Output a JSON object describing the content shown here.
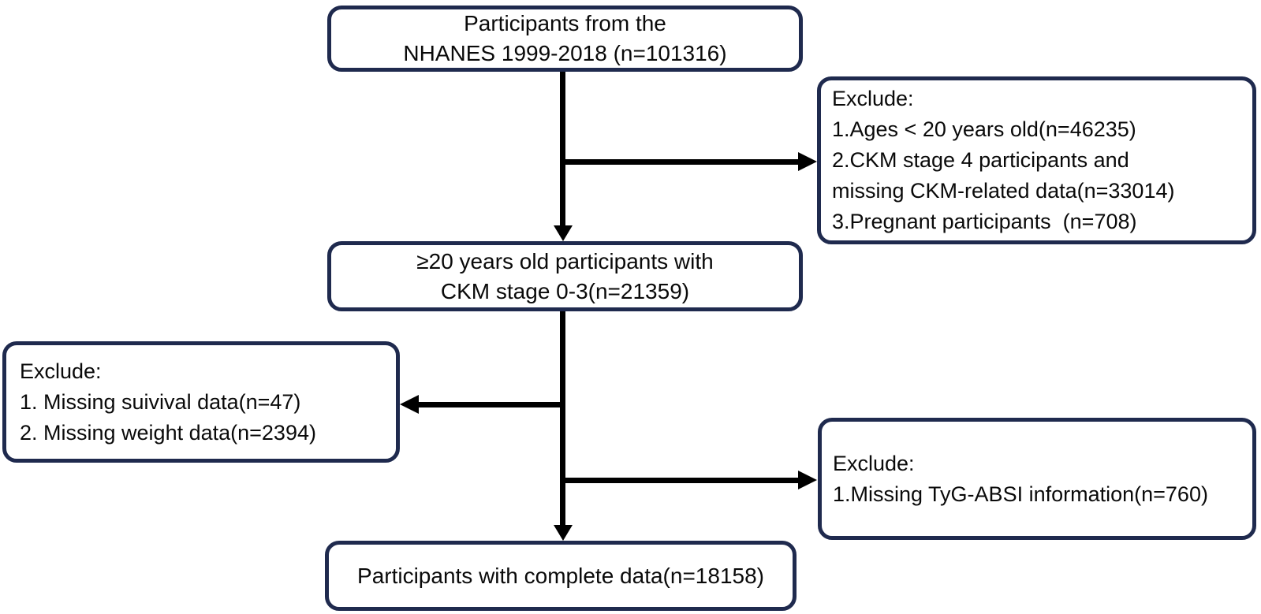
{
  "flowchart": {
    "colors": {
      "box_border": "#1f2a4e",
      "arrow": "#000000",
      "background": "#ffffff",
      "text": "#0a0a0a"
    },
    "boxes": {
      "top": {
        "lines": [
          "Participants from the",
          "NHANES 1999-2018 (n=101316)"
        ]
      },
      "exclude1": {
        "lines": [
          "Exclude:",
          "1.Ages < 20 years old(n=46235)",
          "2.CKM stage 4 participants and",
          "missing CKM-related data(n=33014)",
          "3.Pregnant participants  (n=708)"
        ]
      },
      "middle": {
        "lines": [
          "≥20 years old participants with",
          "CKM stage 0-3(n=21359)"
        ]
      },
      "exclude2": {
        "lines": [
          "Exclude:",
          "1. Missing suivival data(n=47)",
          "2. Missing weight data(n=2394)"
        ]
      },
      "exclude3": {
        "lines": [
          "Exclude:",
          "1.Missing TyG-ABSI information(n=760)"
        ]
      },
      "bottom": {
        "lines": [
          "Participants with complete data(n=18158)"
        ]
      }
    }
  }
}
